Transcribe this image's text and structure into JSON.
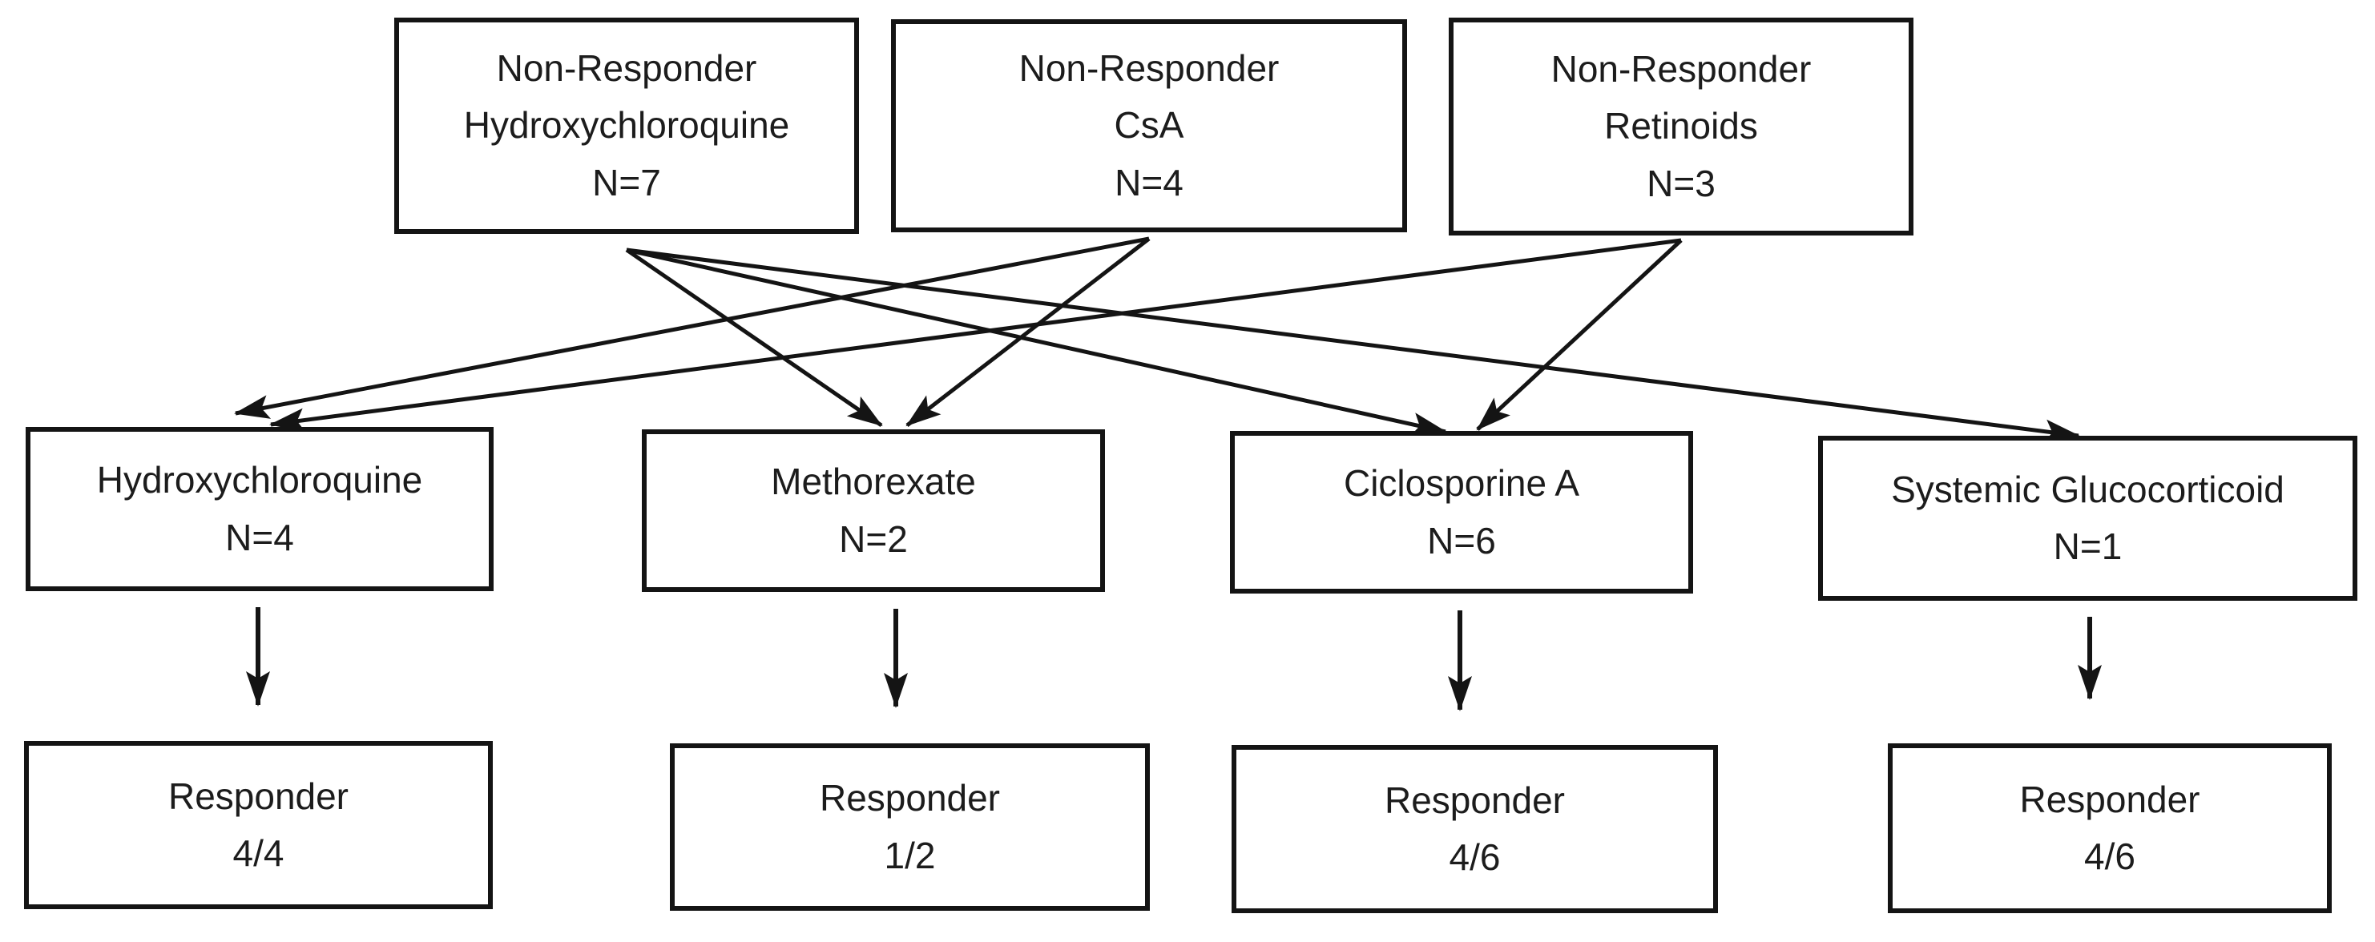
{
  "figure": {
    "kind": "treatment-switch-flowchart",
    "background_color": "#ffffff",
    "line_color": "#141414",
    "text_color": "#1c1c1c"
  },
  "nodes": {
    "nr_hydroxychloroquine": {
      "lines": [
        "Non-Responder",
        "Hydroxychloroquine",
        "N=7"
      ]
    },
    "nr_csa": {
      "lines": [
        "Non-Responder",
        "CsA",
        "N=4"
      ]
    },
    "nr_retinoids": {
      "lines": [
        "Non-Responder",
        "Retinoids",
        "N=3"
      ]
    },
    "hydroxychloroquine": {
      "lines": [
        "Hydroxychloroquine",
        "N=4"
      ]
    },
    "methorexate": {
      "lines": [
        "Methorexate",
        "N=2"
      ]
    },
    "ciclosporine_a": {
      "lines": [
        "Ciclosporine A",
        "N=6"
      ]
    },
    "systemic_glucocorticoid": {
      "lines": [
        "Systemic Glucocorticoid",
        "N=1"
      ]
    },
    "responder_hydroxychloroquine": {
      "lines": [
        "Responder",
        "4/4"
      ]
    },
    "responder_methorexate": {
      "lines": [
        "Responder",
        "1/2"
      ]
    },
    "responder_ciclosporine": {
      "lines": [
        "Responder",
        "4/6"
      ]
    },
    "responder_glucocorticoid": {
      "lines": [
        "Responder",
        "4/6"
      ]
    }
  },
  "edges": [
    {
      "from": "Non-Responder Hydroxychloroquine",
      "to": "Methorexate"
    },
    {
      "from": "Non-Responder Hydroxychloroquine",
      "to": "Ciclosporine A"
    },
    {
      "from": "Non-Responder Hydroxychloroquine",
      "to": "Systemic Glucocorticoid"
    },
    {
      "from": "Non-Responder CsA",
      "to": "Hydroxychloroquine"
    },
    {
      "from": "Non-Responder CsA",
      "to": "Methorexate"
    },
    {
      "from": "Non-Responder Retinoids",
      "to": "Hydroxychloroquine"
    },
    {
      "from": "Non-Responder Retinoids",
      "to": "Ciclosporine A"
    },
    {
      "from": "Hydroxychloroquine",
      "to": "Responder 4/4"
    },
    {
      "from": "Methorexate",
      "to": "Responder 1/2"
    },
    {
      "from": "Ciclosporine A",
      "to": "Responder 4/6"
    },
    {
      "from": "Systemic Glucocorticoid",
      "to": "Responder 4/6"
    }
  ]
}
